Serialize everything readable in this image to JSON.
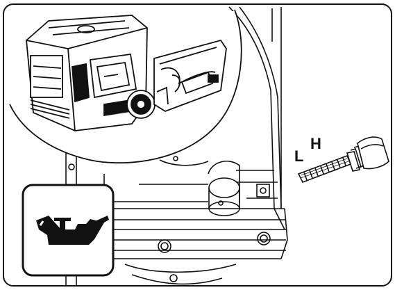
{
  "dipstick": {
    "mark_high": "H",
    "mark_low": "L"
  },
  "icons": {
    "oil_can": "oil-can-icon",
    "inset": "generator-panel-removal"
  }
}
